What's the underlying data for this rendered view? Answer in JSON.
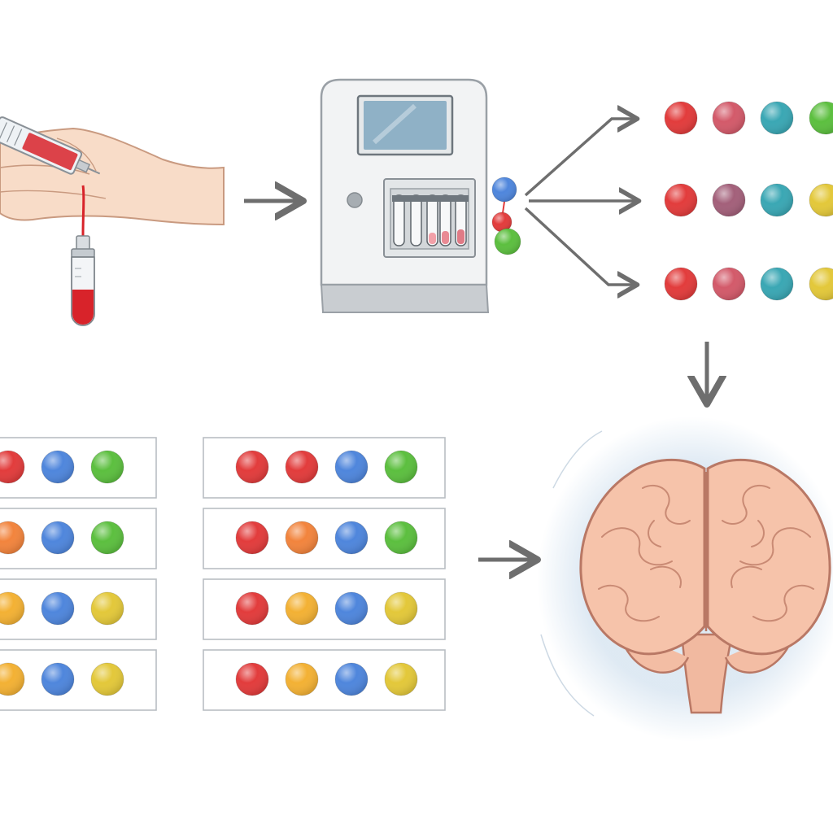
{
  "diagram": {
    "title": "",
    "colors": {
      "background": "#ffffff",
      "arrow": "#6e6e6e",
      "red": "#e23c3c",
      "rose": "#d35a6a",
      "mauve": "#a3607a",
      "teal": "#3aa7b4",
      "green": "#5cbf3f",
      "yellow": "#e3c83a",
      "orange": "#f2843d",
      "amber": "#f3b134",
      "blue": "#4f86dc",
      "blood": "#d8232a",
      "brain": "#f6c3aa",
      "brain_outline": "#b97865",
      "halo": "#dbe7f2",
      "machine_body": "#f2f3f4",
      "machine_screen": "#8fb1c6"
    },
    "output_panel": {
      "rows": [
        [
          "red",
          "rose",
          "teal",
          "green"
        ],
        [
          "red",
          "mauve",
          "teal",
          "yellow"
        ],
        [
          "red",
          "rose",
          "teal",
          "yellow"
        ]
      ]
    },
    "left_table": {
      "rows": [
        [
          "red",
          "blue",
          "green"
        ],
        [
          "orange",
          "blue",
          "green"
        ],
        [
          "amber",
          "blue",
          "yellow"
        ],
        [
          "amber",
          "blue",
          "yellow"
        ]
      ]
    },
    "middle_table": {
      "rows": [
        [
          "red",
          "red",
          "blue",
          "green"
        ],
        [
          "red",
          "orange",
          "blue",
          "green"
        ],
        [
          "red",
          "amber",
          "blue",
          "yellow"
        ],
        [
          "red",
          "amber",
          "blue",
          "yellow"
        ]
      ]
    },
    "machine_output_dots": [
      "blue",
      "red",
      "green"
    ],
    "icons": {
      "hand": "hand-icon",
      "syringe": "syringe-icon",
      "blood_tube": "blood-tube-icon",
      "analyzer": "analyzer-machine-icon",
      "brain": "brain-icon"
    }
  }
}
